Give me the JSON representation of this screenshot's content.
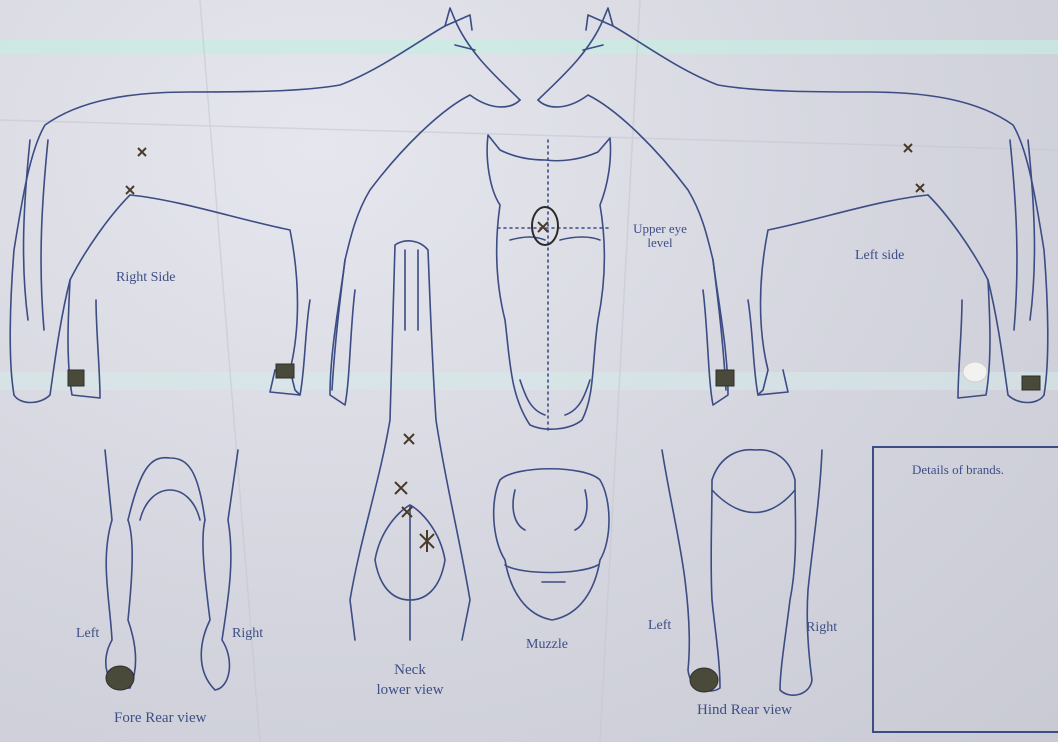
{
  "labels": {
    "right_side": "Right Side",
    "left_side": "Left side",
    "upper_eye_level": "Upper eye\nlevel",
    "neck_lower_view": "Neck\nlower view",
    "muzzle": "Muzzle",
    "fore_left": "Left",
    "fore_right": "Right",
    "fore_rear_view": "Fore Rear view",
    "hind_left": "Left",
    "hind_right": "Right",
    "hind_rear_view": "Hind Rear view",
    "details_of_brands": "Details of brands."
  },
  "colors": {
    "ink": "#3c4c84",
    "mark": "#4a3a2a",
    "paper": "#d9dae2",
    "highlight_band": "#bfe6dc"
  }
}
